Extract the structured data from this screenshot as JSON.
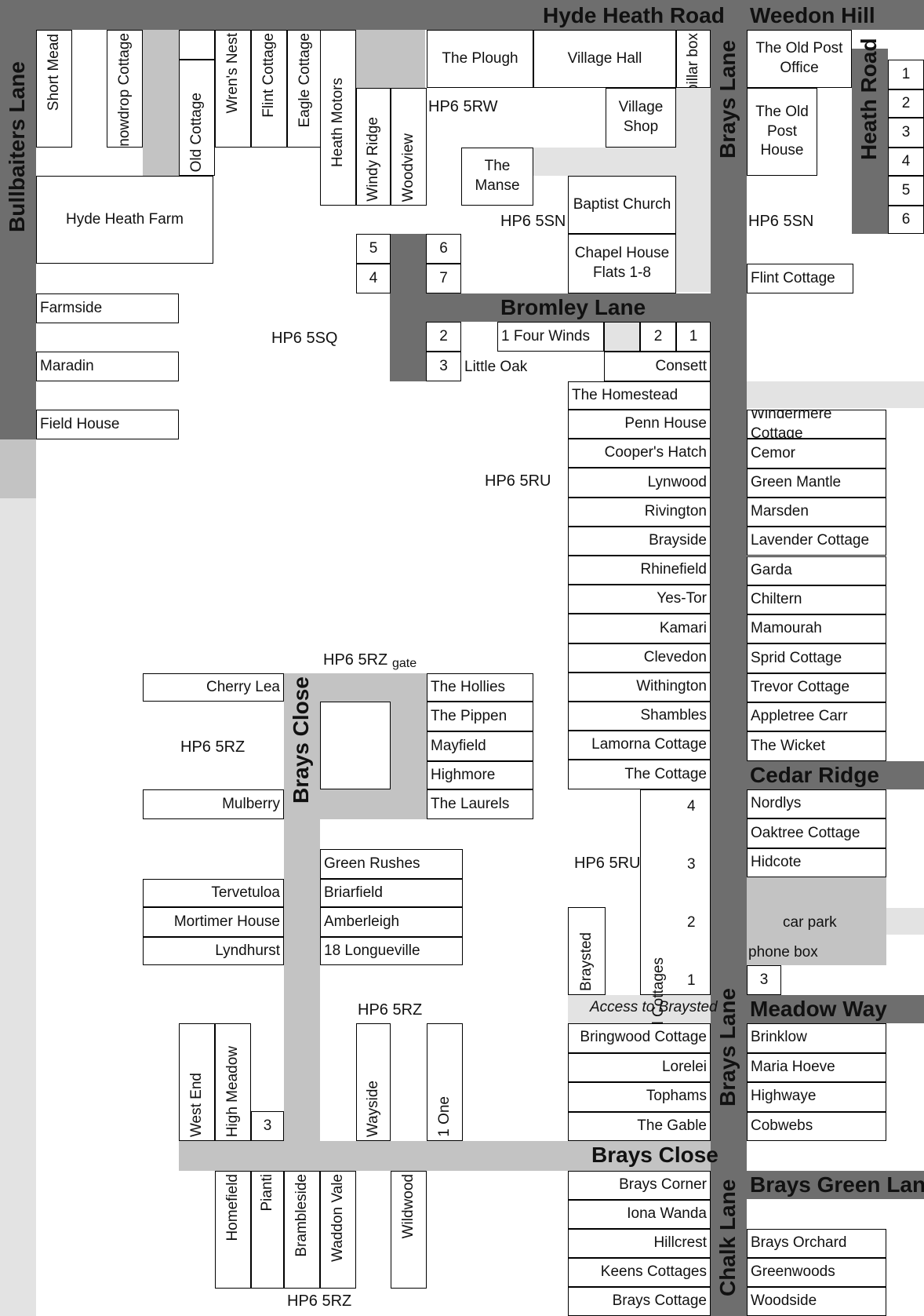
{
  "roads": {
    "hyde_heath_road": "Hyde Heath Road",
    "weedon_hill": "Weedon Hill",
    "bullbaiters_lane": "Bullbaiters Lane",
    "heath_road": "Heath Road",
    "brays_lane": "Brays Lane",
    "bromley_lane": "Bromley Lane",
    "brays_close": "Brays Close",
    "cedar_ridge": "Cedar Ridge",
    "meadow_way": "Meadow Way",
    "brays_green_lane": "Brays Green Lane",
    "chalk_lane": "Chalk Lane"
  },
  "postcodes": {
    "hp6_5rw": "HP6 5RW",
    "hp6_5sn": "HP6 5SN",
    "hp6_5sq": "HP6 5SQ",
    "hp6_5ru": "HP6 5RU",
    "hp6_5rz": "HP6 5RZ"
  },
  "labels": {
    "gate": "gate",
    "access_to_braysted": "Access to Braysted",
    "car_park": "car park",
    "phone_box": "phone box"
  },
  "north_west": {
    "short_mead": "Short Mead",
    "snowdrop_cottage": "Snowdrop Cottage",
    "old_cottage": "Old Cottage",
    "wrens_nest": "Wren's Nest",
    "flint_cottage": "Flint Cottage",
    "eagle_cottage": "Eagle Cottage",
    "heath_motors": "Heath Motors",
    "windy_ridge": "Windy Ridge",
    "woodview": "Woodview",
    "hyde_heath_farm": "Hyde Heath Farm",
    "farmside": "Farmside",
    "maradin": "Maradin",
    "field_house": "Field House"
  },
  "north_centre": {
    "the_plough": "The Plough",
    "village_hall": "Village Hall",
    "pillar_box": "pillar box",
    "village_shop": "Village Shop",
    "the_manse": "The Manse",
    "baptist_church": "Baptist Church",
    "chapel_house": "Chapel House Flats 1-8",
    "n5": "5",
    "n4": "4",
    "n6": "6",
    "n7": "7"
  },
  "north_east": {
    "old_post_office": "The Old Post Office",
    "old_post_house": "The Old Post House",
    "flint_cottage": "Flint Cottage",
    "heath_road_numbers": [
      "1",
      "2",
      "3",
      "4",
      "5",
      "6"
    ]
  },
  "bromley": {
    "n2": "2",
    "n3": "3",
    "four_winds": "1 Four Winds",
    "little_oak": "Little Oak",
    "r2": "2",
    "r1": "1",
    "consett": "Consett",
    "the_homestead": "The Homestead"
  },
  "brays_lane_west": [
    "Penn House",
    "Cooper's Hatch",
    "Lynwood",
    "Rivington",
    "Brayside",
    "Rhinefield",
    "Yes-Tor",
    "Kamari",
    "Clevedon",
    "Withington",
    "Shambles",
    "Lamorna Cottage",
    "The Cottage"
  ],
  "brays_lane_east": [
    "Windermere Cottage",
    "Cemor",
    "Green Mantle",
    "Marsden",
    "Lavender Cottage",
    "Garda",
    "Chiltern",
    "Mamourah",
    "Sprid Cottage",
    "Trevor Cottage",
    "Appletree Carr",
    "The Wicket"
  ],
  "cedar_ridge_houses": [
    "Nordlys",
    "Oaktree Cottage",
    "Hidcote"
  ],
  "pond_field": {
    "label": "Pond Field Cottages",
    "numbers": [
      "4",
      "3",
      "2",
      "1"
    ],
    "braysted": "Braysted",
    "meadow_3": "3"
  },
  "brays_close_houses": {
    "cherry_lea": "Cherry Lea",
    "mulberry": "Mulberry",
    "the_hollies": "The Hollies",
    "the_pippen": "The Pippen",
    "mayfield": "Mayfield",
    "highmore": "Highmore",
    "the_laurels": "The Laurels",
    "green_rushes": "Green Rushes",
    "briarfield": "Briarfield",
    "amberleigh": "Amberleigh",
    "longueville": "18 Longueville",
    "tervetuloa": "Tervetuloa",
    "mortimer_house": "Mortimer House",
    "lyndhurst": "Lyndhurst",
    "west_end": "West End",
    "high_meadow": "High Meadow",
    "n3": "3",
    "wayside": "Wayside",
    "one": "1 One",
    "homefield": "Homefield",
    "pianti": "Pianti",
    "brambleside": "Brambleside",
    "waddon_vale": "Waddon Vale",
    "wildwood": "Wildwood"
  },
  "meadow_way_houses": [
    "Brinklow",
    "Maria Hoeve",
    "Highwaye",
    "Cobwebs"
  ],
  "lower_west": [
    "Bringwood Cottage",
    "Lorelei",
    "Tophams",
    "The Gable"
  ],
  "chalk_lane_west": [
    "Brays Corner",
    "Iona Wanda",
    "Hillcrest",
    "Keens Cottages",
    "Brays Cottage"
  ],
  "chalk_lane_east": [
    "Brays Orchard",
    "Greenwoods",
    "Woodside"
  ]
}
